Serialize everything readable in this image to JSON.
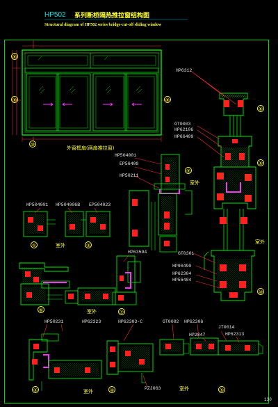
{
  "title": {
    "code": "HP502",
    "cn": "系列断桥隔热推拉窗结构图",
    "en": "Structural diagram of HP502 series bridge-cut-off sliding window"
  },
  "page_number": "130",
  "section_labels": {
    "outer_sash": "外窗框扇(两扇推拉窗)",
    "outdoor": "室外"
  },
  "part_codes": {
    "HP6312": "HP6312",
    "GT0003": "GT0003",
    "HP62106": "HP62106",
    "HP66409": "HP66409",
    "HP504001_top": "HP504001",
    "EP56409": "EP56409",
    "HP50211": "HP50211",
    "HP504001": "HP504001",
    "HP504006B": "HP504006B",
    "EP504023": "EP504023",
    "HP63504": "HP63504",
    "GT0301": "GT0301",
    "HP90490": "HP90490",
    "HP62304": "HP62304",
    "HP56404": "HP56404",
    "HP50231": "HP50231",
    "HP62323": "HP62323",
    "HP62303C": "HP62303-C",
    "GT0002": "GT0002",
    "HP62306": "HP62306",
    "JT0014": "JT0014",
    "HP2847": "HP2847",
    "HP62313": "HP62313",
    "PZJ063": "PZJ063"
  },
  "circle_numbers": [
    "①",
    "②",
    "③",
    "④",
    "⑤",
    "⑥",
    "⑦",
    "⑧",
    "⑨",
    "⑩"
  ],
  "colors": {
    "background": "#000000",
    "profile": "#00ee00",
    "accent_red": "#ff2020",
    "accent_magenta": "#ff33ff",
    "dimension": "#ff3030",
    "title_cyan": "#00e5e5",
    "label_yellow": "#ffff33",
    "border": "#00dd00"
  }
}
